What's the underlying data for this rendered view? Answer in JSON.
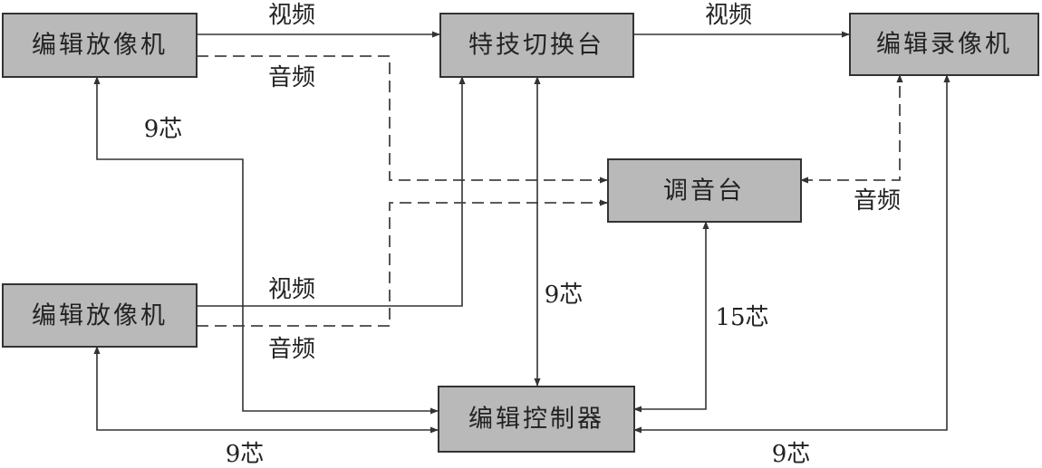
{
  "nodes": {
    "player1": "编辑放像机",
    "switcher": "特技切换台",
    "recorder": "编辑录像机",
    "mixer": "调音台",
    "player2": "编辑放像机",
    "controller": "编辑控制器"
  },
  "edge_labels": {
    "video_p1_switcher": "视频",
    "video_switcher_recorder": "视频",
    "audio_p1": "音频",
    "core9_p1": "9芯",
    "audio_recorder": "音频",
    "video_p2": "视频",
    "audio_p2": "音频",
    "core9_switcher": "9芯",
    "core15_mixer": "15芯",
    "core9_p2": "9芯",
    "core9_recorder": "9芯"
  }
}
